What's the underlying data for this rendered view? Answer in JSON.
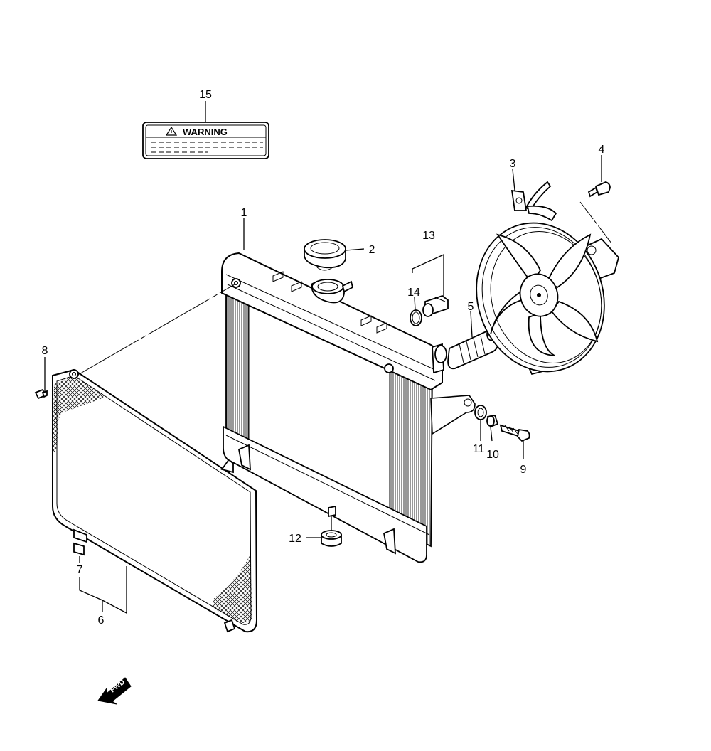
{
  "callouts": {
    "c1": "1",
    "c2": "2",
    "c3": "3",
    "c4": "4",
    "c5": "5",
    "c6": "6",
    "c7": "7",
    "c8": "8",
    "c9": "9",
    "c10": "10",
    "c11": "11",
    "c12": "12",
    "c13": "13",
    "c14": "14",
    "c15": "15"
  },
  "warning_label": {
    "text": "WARNING"
  },
  "direction_arrow": {
    "text": "FWD"
  },
  "colors": {
    "line": "#000000",
    "background": "#ffffff"
  }
}
